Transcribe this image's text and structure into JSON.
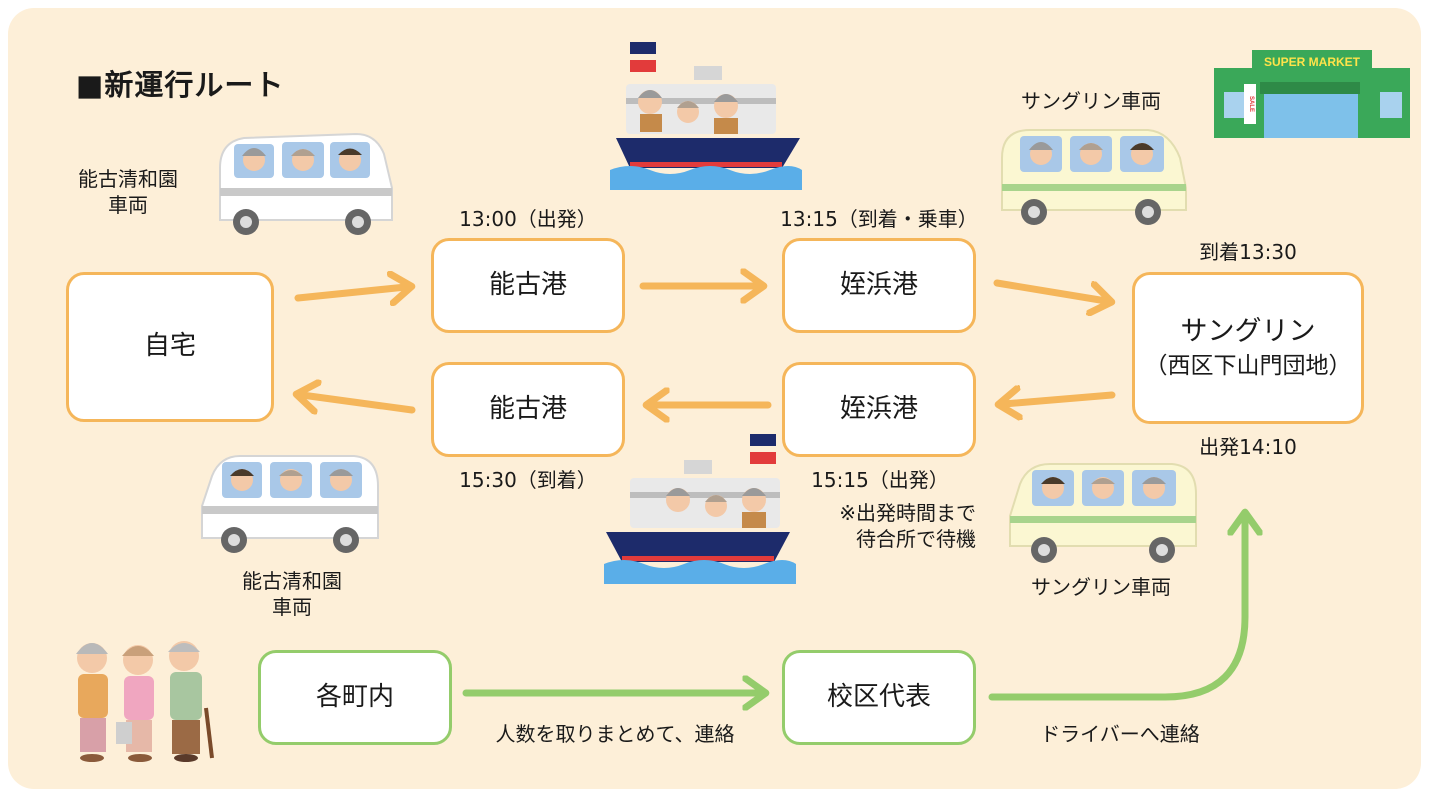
{
  "title": "■新運行ルート",
  "nodes": {
    "home": "自宅",
    "noko_port_out": "能古港",
    "meinohama_port_out": "姪浜港",
    "sangrin_line1": "サングリン",
    "sangrin_line2": "（西区下山門団地）",
    "noko_port_return": "能古港",
    "meinohama_port_return": "姪浜港",
    "each_town": "各町内",
    "school_rep": "校区代表"
  },
  "labels": {
    "noko_depart_time": "13:00（出発）",
    "meinohama_arrive_time": "13:15（到着・乗車）",
    "sangrin_arrive": "到着13:30",
    "sangrin_depart": "出発14:10",
    "meinohama_depart_time": "15:15（出発）",
    "wait_note_line1": "※出発時間まで",
    "wait_note_line2": "待合所で待機",
    "noko_arrive_time": "15:30（到着）",
    "noko_vehicle_top_line1": "能古清和園",
    "noko_vehicle_top_line2": "車両",
    "noko_vehicle_bottom_line1": "能古清和園",
    "noko_vehicle_bottom_line2": "車両",
    "sangrin_vehicle_top": "サングリン車両",
    "sangrin_vehicle_bottom": "サングリン車両",
    "collect_contact": "人数を取りまとめて、連絡",
    "driver_contact": "ドライバーへ連絡",
    "supermarket_sign": "SUPER MARKET",
    "sale_sign": "SALE"
  },
  "colors": {
    "panel_bg": "#fdefd8",
    "orange_accent": "#f5b65a",
    "green_accent": "#94cc6b"
  },
  "icons": {
    "van_white": "white-van-icon",
    "van_cream": "cream-van-icon",
    "ferry": "ferry-icon",
    "supermarket": "supermarket-icon",
    "elderly_people": "elderly-people-icon"
  }
}
